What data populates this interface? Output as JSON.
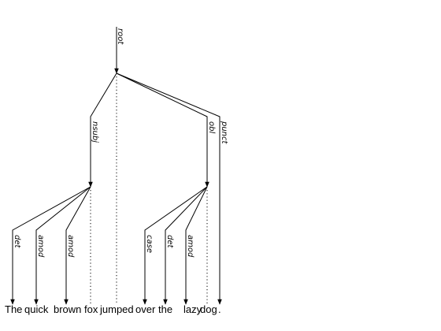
{
  "tokens": [
    "The",
    "quick",
    "brown",
    "fox",
    "jumped",
    "over",
    "the",
    "lazy",
    "dog",
    "."
  ],
  "root_label": "root",
  "arcs": [
    {
      "head": 4,
      "dep": 3,
      "label": "nsubj"
    },
    {
      "head": 4,
      "dep": 8,
      "label": "obl"
    },
    {
      "head": 4,
      "dep": 9,
      "label": "punct"
    },
    {
      "head": 3,
      "dep": 0,
      "label": "det"
    },
    {
      "head": 3,
      "dep": 1,
      "label": "amod"
    },
    {
      "head": 3,
      "dep": 2,
      "label": "amod"
    },
    {
      "head": 8,
      "dep": 5,
      "label": "case"
    },
    {
      "head": 8,
      "dep": 6,
      "label": "det"
    },
    {
      "head": 8,
      "dep": 7,
      "label": "amod"
    }
  ]
}
